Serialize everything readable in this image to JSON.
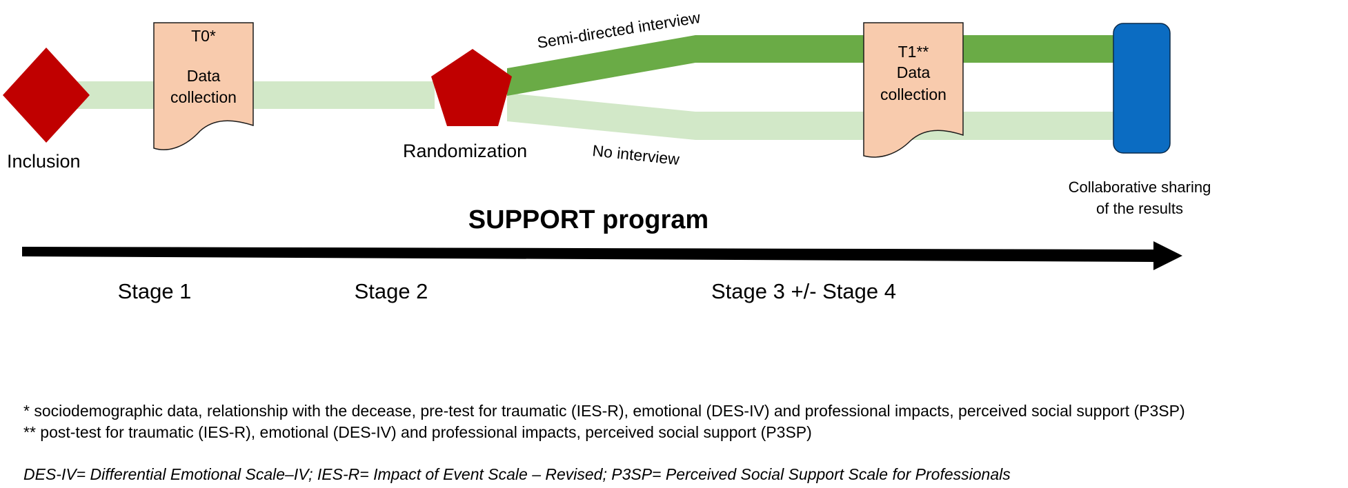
{
  "diagram": {
    "inclusion_label": "Inclusion",
    "randomization_label": "Randomization",
    "t0_doc": {
      "line1": "T0*",
      "line2": "Data",
      "line3": "collection"
    },
    "t1_doc": {
      "line1": "T1**",
      "line2": "Data",
      "line3": "collection"
    },
    "branch_interview_label": "Semi-directed interview",
    "branch_no_interview_label": "No interview",
    "results": {
      "line1": "Collaborative sharing",
      "line2": "of the results"
    },
    "program_title": "SUPPORT program",
    "stages": [
      "Stage 1",
      "Stage 2",
      "Stage 3 +/- Stage 4"
    ],
    "colors": {
      "diamond": "#c00000",
      "pentagon": "#c00000",
      "light_path": "#d2e8c8",
      "dark_path": "#6aab46",
      "document_fill": "#f8cbad",
      "results_fill": "#0b6cc2",
      "arrow": "#000000"
    }
  },
  "footnotes": {
    "t0_note": "* sociodemographic data, relationship with the decease, pre-test for traumatic (IES-R), emotional (DES-IV) and professional impacts, perceived social support (P3SP)",
    "t1_note": "** post-test for traumatic (IES-R), emotional (DES-IV) and professional impacts, perceived social support (P3SP)",
    "abbreviations": "DES-IV= Differential Emotional Scale–IV; IES-R= Impact of Event Scale – Revised; P3SP= Perceived Social Support Scale for Professionals"
  }
}
